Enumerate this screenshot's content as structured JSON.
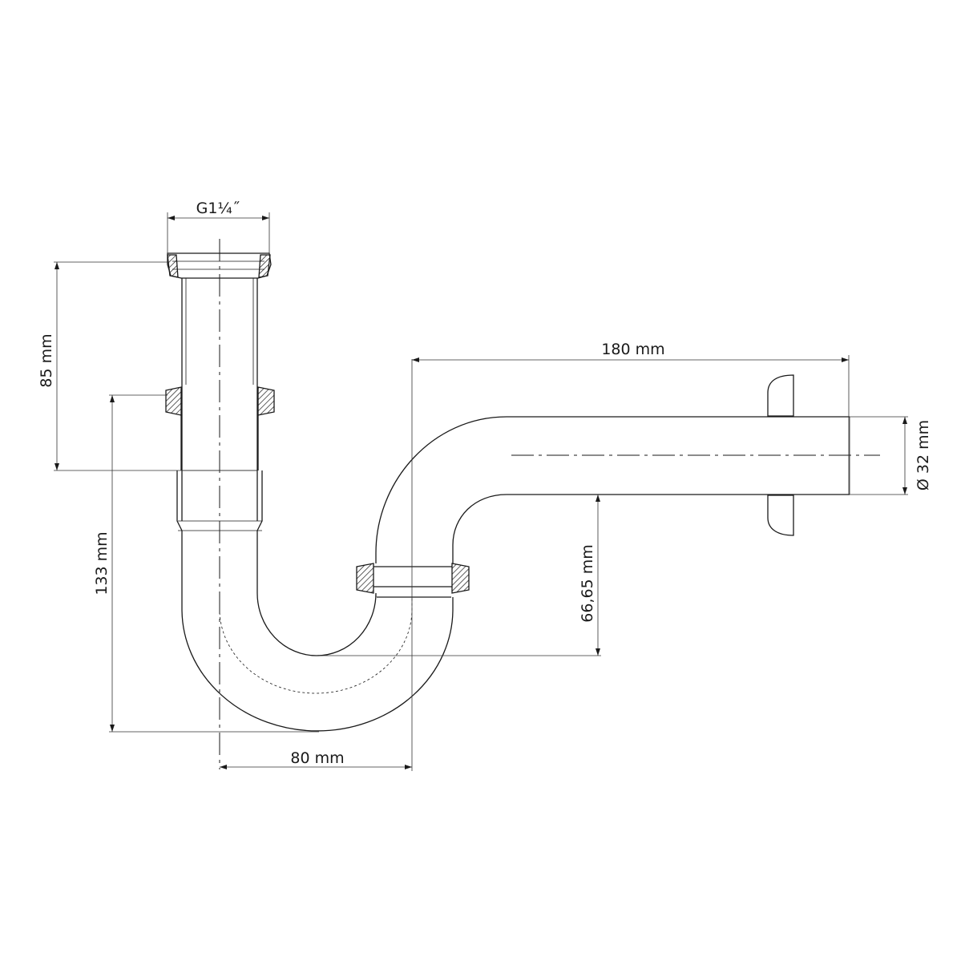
{
  "dimensions": {
    "thread": "G1¼˝",
    "inlet_length": "85 mm",
    "trap_height": "133 mm",
    "trap_width": "80 mm",
    "outlet_length": "180 mm",
    "outlet_height": "66,65 mm",
    "pipe_diameter": "Ø 32 mm"
  },
  "colors": {
    "line": "#1a1a1a",
    "background": "#ffffff"
  }
}
